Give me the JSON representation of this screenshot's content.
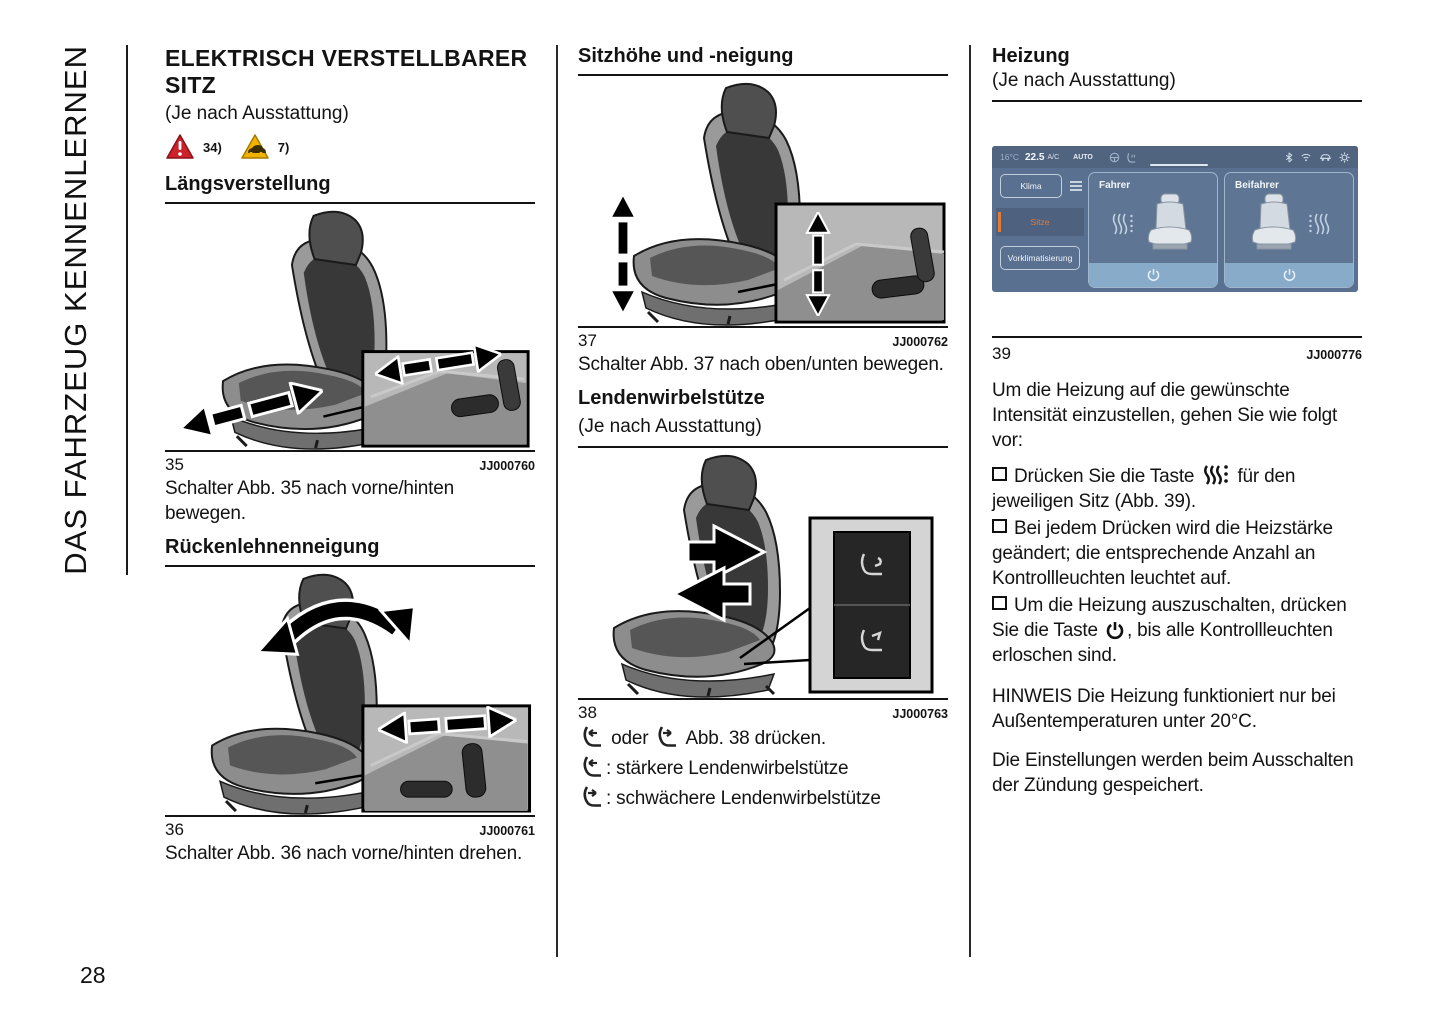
{
  "page_number": "28",
  "chapter_tab": "DAS FAHRZEUG KENNENLERNEN",
  "column1": {
    "title": "ELEKTRISCH VERSTELLBARER SITZ",
    "subtitle": "(Je nach Ausstattung)",
    "warnings": [
      {
        "icon": "warning-triangle-red",
        "label": "34)"
      },
      {
        "icon": "warning-triangle-yellow-car",
        "label": "7)"
      }
    ],
    "section1": {
      "heading": "Längsverstellung",
      "fig_num": "35",
      "fig_code": "JJ000760",
      "caption": "Schalter Abb. 35 nach vorne/hinten bewegen."
    },
    "section2": {
      "heading": "Rückenlehnenneigung",
      "fig_num": "36",
      "fig_code": "JJ000761",
      "caption": "Schalter Abb. 36 nach vorne/hinten drehen."
    }
  },
  "column2": {
    "section1": {
      "heading": "Sitzhöhe und -neigung",
      "fig_num": "37",
      "fig_code": "JJ000762",
      "caption": "Schalter Abb. 37 nach oben/unten bewegen."
    },
    "section2": {
      "heading": "Lendenwirbelstütze",
      "subheading": "(Je nach Ausstattung)",
      "fig_num": "38",
      "fig_code": "JJ000763",
      "line1_mid": "oder",
      "line1_end": "Abb. 38 drücken.",
      "line2": ": stärkere Lendenwirbelstütze",
      "line3": ": schwächere Lendenwirbelstütze"
    }
  },
  "column3": {
    "heading": "Heizung",
    "subheading": "(Je nach Ausstattung)",
    "fig_num": "39",
    "fig_code": "JJ000776",
    "intro": "Um die Heizung auf die gewünschte Intensität einzustellen, gehen Sie wie folgt vor:",
    "bullet1_pre": "Drücken Sie die Taste",
    "bullet1_post": "für den jeweiligen Sitz (Abb. 39).",
    "bullet2": "Bei jedem Drücken wird die Heizstärke geändert; die entsprechende Anzahl an Kontrollleuchten leuchtet auf.",
    "bullet3_pre": "Um die Heizung auszuschalten, drücken Sie die Taste",
    "bullet3_post": ", bis alle Kontrollleuchten erloschen sind.",
    "note": "HINWEIS Die Heizung funktioniert nur bei Außentemperaturen unter 20°C.",
    "outro": "Die Einstellungen werden beim Ausschalten der Zündung gespeichert."
  },
  "screen": {
    "ambient_temp": "16°C",
    "set_temp": "22.5",
    "ac_label": "A/C",
    "auto_label": "AUTO",
    "nav": [
      {
        "label": "Klima"
      },
      {
        "label": "Sitze",
        "active": true
      },
      {
        "label": "Vorklimatisierung"
      }
    ],
    "cards": [
      {
        "title": "Fahrer"
      },
      {
        "title": "Beifahrer"
      }
    ],
    "icons": [
      "steering-heat-icon",
      "seat-heat-icon",
      "bluetooth-icon",
      "wifi-icon",
      "vehicle-icon",
      "settings-icon",
      "hamburger-menu-icon",
      "seat-heat-level-icon",
      "power-icon"
    ],
    "colors": {
      "background": "#5a7090",
      "topbar": "#50647f",
      "panel_border": "#9fb6cd",
      "bottom_bar": "#87abc9",
      "accent_orange": "#e07b39"
    }
  },
  "colors": {
    "warning_red": "#cc2229",
    "warning_yellow": "#f0b400"
  }
}
